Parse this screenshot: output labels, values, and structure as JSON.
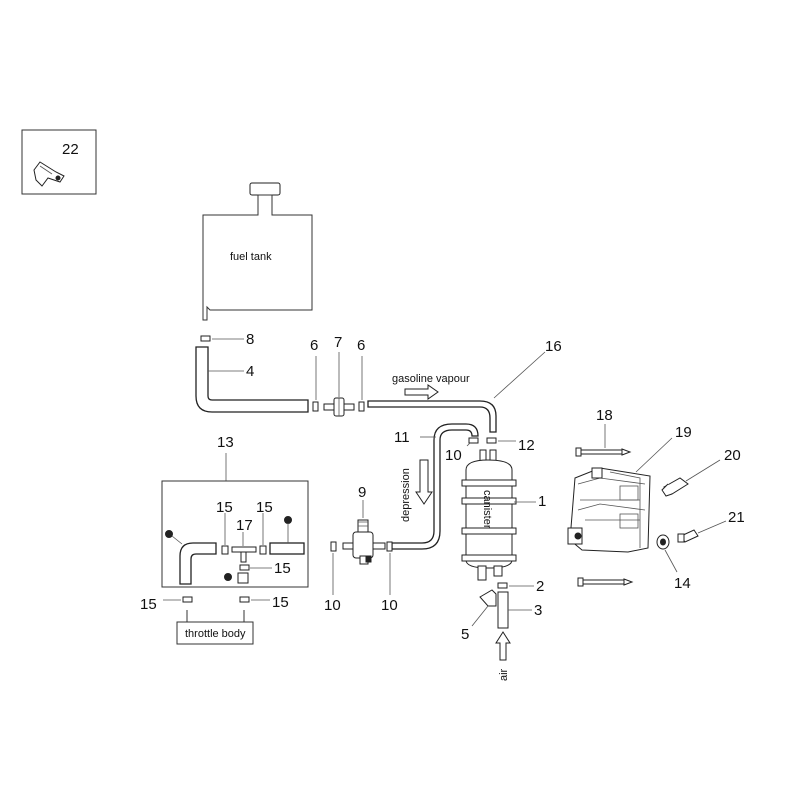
{
  "labels": {
    "fuel_tank": "fuel tank",
    "gasoline_vapour": "gasoline vapour",
    "depression": "depression",
    "canister": "canister",
    "throttle_body": "throttle body",
    "air": "air"
  },
  "callouts": {
    "n1": "1",
    "n2": "2",
    "n3": "3",
    "n4": "4",
    "n5": "5",
    "n6a": "6",
    "n6b": "6",
    "n7": "7",
    "n8": "8",
    "n9": "9",
    "n10a": "10",
    "n10b": "10",
    "n10c": "10",
    "n11": "11",
    "n12": "12",
    "n13": "13",
    "n14": "14",
    "n15a": "15",
    "n15b": "15",
    "n15c": "15",
    "n15d": "15",
    "n15e": "15",
    "n16": "16",
    "n17": "17",
    "n18": "18",
    "n19": "19",
    "n20": "20",
    "n21": "21",
    "n22": "22"
  }
}
